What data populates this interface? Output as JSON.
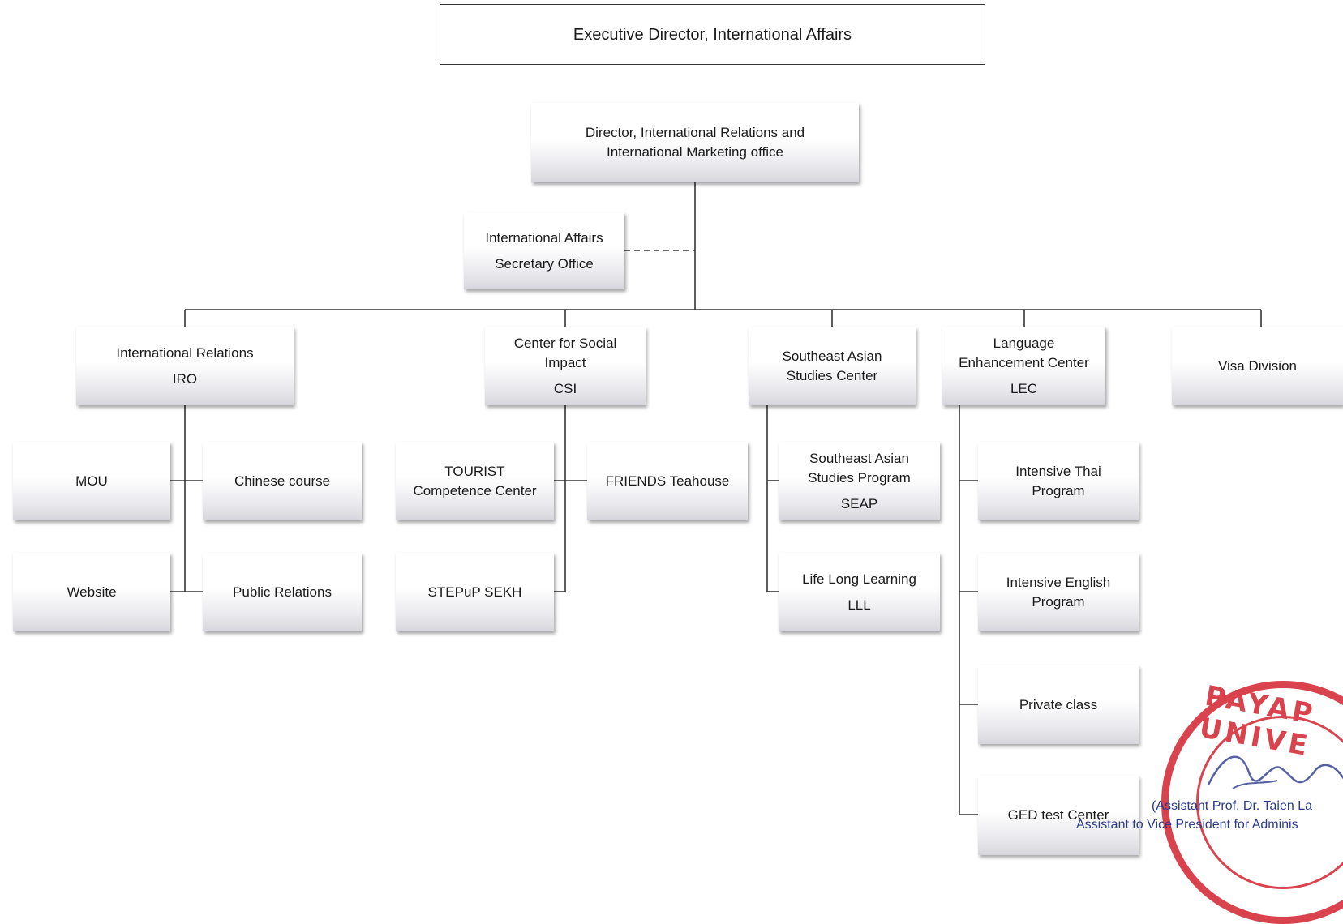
{
  "top": {
    "title": "Executive Director, International Affairs"
  },
  "director": {
    "line1": "Director, International Relations and",
    "line2": "International Marketing office"
  },
  "secretary": {
    "line1": "International Affairs",
    "line2": "Secretary Office"
  },
  "units": {
    "iro": {
      "line1": "International Relations",
      "line2": "IRO"
    },
    "csi": {
      "line1": "Center for Social",
      "line2": "Impact",
      "line3": "CSI"
    },
    "seas": {
      "line1": "Southeast Asian",
      "line2": "Studies Center"
    },
    "lec": {
      "line1": "Language",
      "line2": "Enhancement Center",
      "line3": "LEC"
    },
    "visa": {
      "line1": "Visa Division"
    }
  },
  "iro_children": {
    "mou": "MOU",
    "chinese": "Chinese course",
    "website": "Website",
    "pr": "Public Relations"
  },
  "csi_children": {
    "tourist_line1": "TOURIST",
    "tourist_line2": "Competence Center",
    "friends": "FRIENDS Teahouse",
    "stepup": "STEPuP SEKH"
  },
  "seas_children": {
    "seap_line1": "Southeast Asian",
    "seap_line2": "Studies Program",
    "seap_line3": "SEAP",
    "lll_line1": "Life Long Learning",
    "lll_line2": "LLL"
  },
  "lec_children": {
    "thai_line1": "Intensive Thai",
    "thai_line2": "Program",
    "english_line1": "Intensive English",
    "english_line2": "Program",
    "private": "Private class",
    "ged": "GED test Center"
  },
  "stamp": {
    "text": "PAYAP UNIVE"
  },
  "signature": {
    "name": "(Assistant Prof. Dr. Taien La",
    "title": "Assistant to Vice President for Adminis"
  },
  "colors": {
    "line": "#333333",
    "stamp": "#d3232e",
    "signature_ink": "#2a3a8c"
  }
}
